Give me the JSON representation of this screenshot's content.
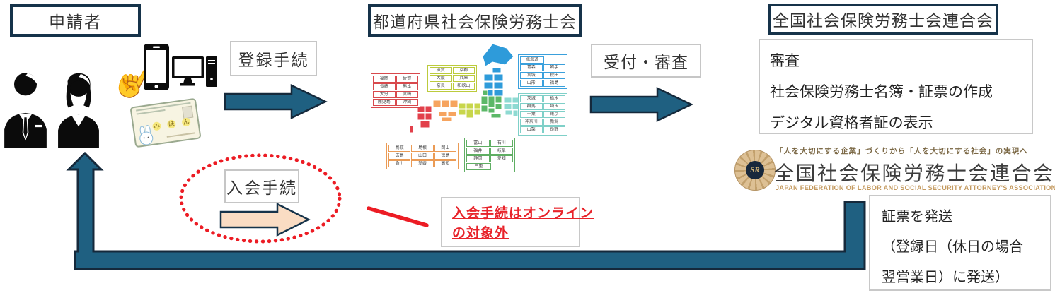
{
  "applicant": {
    "title": "申請者"
  },
  "labels": {
    "registration": "登録手続",
    "reception": "受付・審査",
    "membership": "入会手続"
  },
  "prefecture_assoc": {
    "title": "都道府県社会保険労務士会"
  },
  "federation": {
    "title": "全国社会保険労務士会連合会",
    "tasks": [
      "審査",
      "社会保険労務士名簿・証票の作成",
      "デジタル資格者証の表示"
    ]
  },
  "logo": {
    "tagline": "「人を大切にする企業」づくりから「人を大切にする社会」の実現へ",
    "name": "全国社会保険労務士会連合会",
    "english": "JAPAN FEDERATION OF LABOR AND SOCIAL SECURITY ATTORNEY'S ASSOCIATIONS",
    "badge_initials": "SR"
  },
  "note": {
    "line1": "入会手続はオンライン",
    "line2": "の対象外"
  },
  "shipping": {
    "lines": [
      "証票を発送",
      "（登録日（休日の場合",
      "翌営業日）に発送）"
    ]
  },
  "card": {
    "sample_text": "みほん",
    "chars": [
      "み",
      "ほ",
      "ん"
    ]
  },
  "colors": {
    "arrow_fill": "#1F6081",
    "arrow_outline": "#15293B",
    "dark_border": "#16334A",
    "light_border": "#C8C8C8",
    "red_accent": "#EC1C24",
    "peach_arrow": "#FADCC3",
    "logo_gold": "#C49A5F",
    "badge_tan": "#DDC094"
  },
  "map": {
    "region_colors": {
      "hokkaido_tohoku": "#2E9BDA",
      "kanto": "#8EDAD2",
      "chubu": "#5CB868",
      "kansai": "#C8D64B",
      "chugoku_shikoku": "#F6A45F",
      "kyushu": "#E2404B"
    },
    "tables": [
      {
        "id": "kyushu",
        "color": "#D8494D",
        "cols": 2,
        "rows": [
          [
            "福岡",
            "佐賀"
          ],
          [
            "長崎",
            "熊本"
          ],
          [
            "大分",
            "宮崎"
          ],
          [
            "鹿児島",
            "沖縄"
          ]
        ]
      },
      {
        "id": "kansai",
        "color": "#BCCB3C",
        "cols": 2,
        "rows": [
          [
            "滋賀",
            "京都"
          ],
          [
            "大阪",
            "兵庫"
          ],
          [
            "奈良",
            "和歌山"
          ]
        ]
      },
      {
        "id": "hokkaido_tohoku",
        "color": "#3AA0DC",
        "cols": 2,
        "rows": [
          [
            "北海道"
          ],
          [
            "青森",
            "岩手"
          ],
          [
            "宮城",
            "秋田"
          ],
          [
            "山形",
            "福島"
          ]
        ]
      },
      {
        "id": "kanto",
        "color": "#7FD0C8",
        "cols": 2,
        "rows": [
          [
            "茨城",
            "栃木"
          ],
          [
            "群馬",
            "埼玉"
          ],
          [
            "千葉",
            "東京"
          ],
          [
            "神奈川",
            "新潟"
          ],
          [
            "山梨",
            "長野"
          ]
        ]
      },
      {
        "id": "chubu",
        "color": "#5FAE63",
        "cols": 2,
        "rows": [
          [
            "富山",
            "石川"
          ],
          [
            "福井",
            "岐阜"
          ],
          [
            "静岡",
            "愛知"
          ],
          [
            "三重"
          ]
        ]
      },
      {
        "id": "chugoku_shikoku",
        "color": "#EB9B55",
        "cols": 3,
        "rows": [
          [
            "鳥取",
            "島根",
            "岡山"
          ],
          [
            "広島",
            "山口",
            "徳島"
          ],
          [
            "香川",
            "愛媛",
            "高知"
          ]
        ]
      }
    ]
  }
}
